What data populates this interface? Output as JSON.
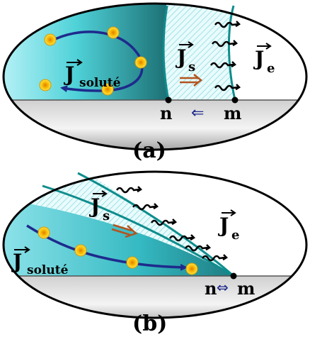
{
  "panels": [
    {
      "caption": "(a)",
      "flux_solute": {
        "symbol": "J",
        "subscript": "soluté"
      },
      "flux_s": {
        "symbol": "J",
        "subscript": "s"
      },
      "flux_e": {
        "symbol": "J",
        "subscript": "e"
      },
      "point_n": "n",
      "point_m": "m",
      "nm_arrow": "⇐"
    },
    {
      "caption": "(b)",
      "flux_solute": {
        "symbol": "J",
        "subscript": "soluté"
      },
      "flux_s": {
        "symbol": "J",
        "subscript": "s"
      },
      "flux_e": {
        "symbol": "J",
        "subscript": "e"
      },
      "point_n": "n",
      "point_m": "m",
      "nm_arrow": "⇔"
    }
  ],
  "colors": {
    "liquid_light": "#b8f2f7",
    "liquid_mid": "#4fcfd6",
    "liquid_dark": "#1b6f73",
    "interface_line": "#0f8c8c",
    "substrate_light": "#f2f2f2",
    "substrate_dark": "#8a8a8a",
    "solute_arrow": "#1e2a8c",
    "flux_s_arrow": "#b3541e",
    "nm_arrow": "#1e2a8c",
    "particle_fill": "#ffd21a",
    "particle_core": "#e07b00"
  }
}
